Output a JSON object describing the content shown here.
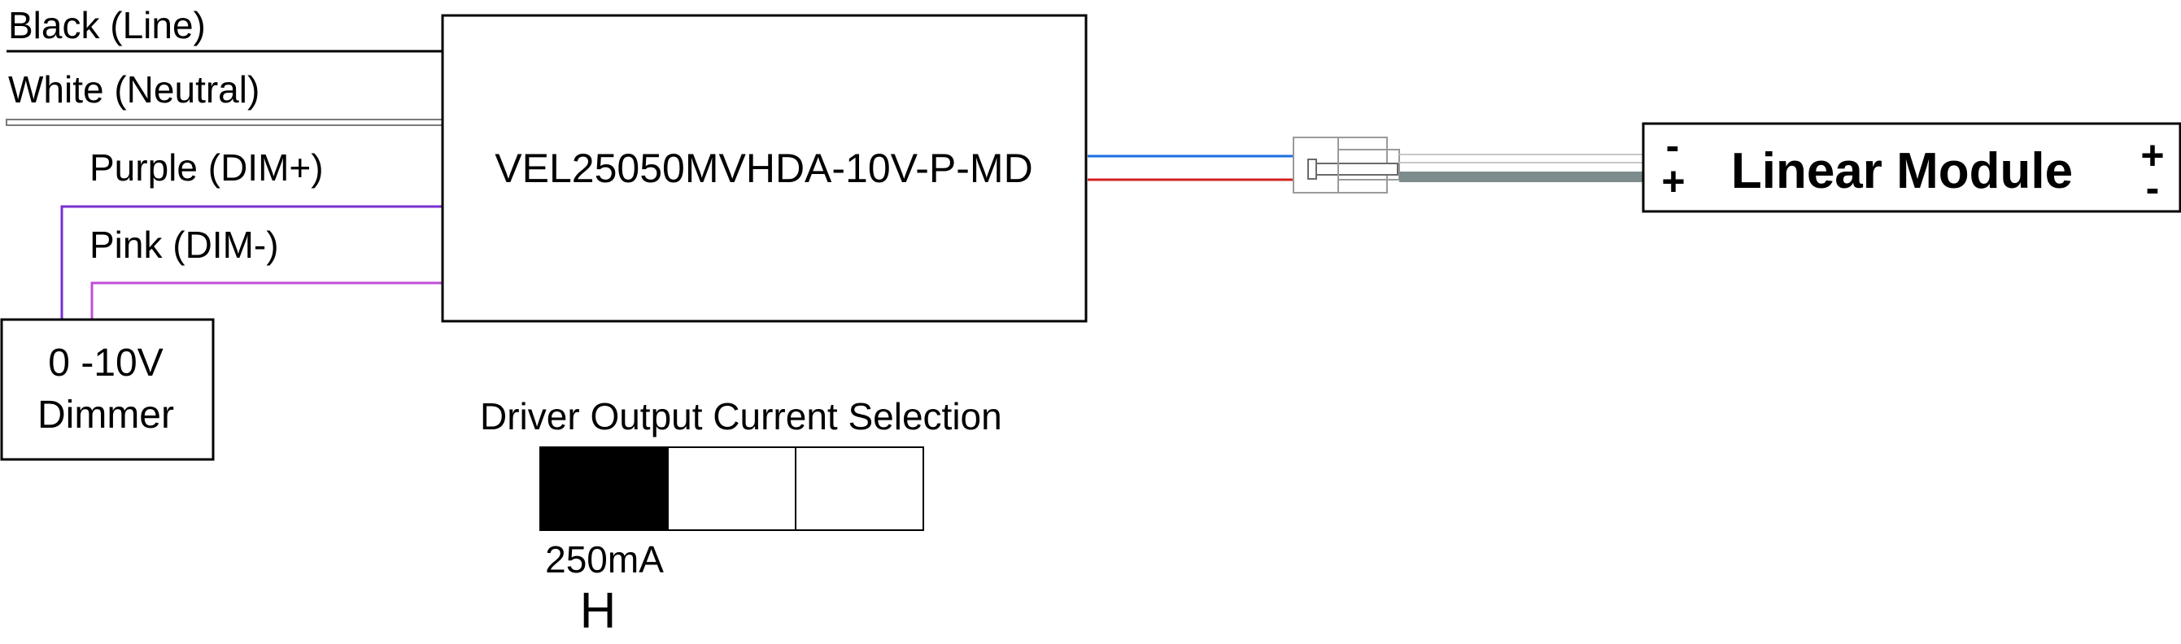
{
  "wires": {
    "black_label": "Black (Line)",
    "white_label": "White (Neutral)",
    "purple_label": "Purple (DIM+)",
    "pink_label": "Pink (DIM-)"
  },
  "driver": {
    "model": "VEL25050MVHDA-10V-P-MD"
  },
  "dimmer": {
    "line1": "0 -10V",
    "line2": "Dimmer"
  },
  "module": {
    "title": "Linear Module",
    "left_top_polarity": "-",
    "left_bottom_polarity": "+",
    "right_top_polarity": "+",
    "right_bottom_polarity": "-"
  },
  "current_selection": {
    "title": "Driver Output Current Selection",
    "selected_position": 1,
    "value": "250mA",
    "setting": "H"
  },
  "colors": {
    "black_wire": "#000000",
    "white_wire": "#9a9a9a",
    "purple_wire": "#7b2fd0",
    "pink_wire": "#c04fd8",
    "blue_wire": "#1a6fe0",
    "red_wire": "#d42020",
    "grey_cable": "#7d8c8c"
  }
}
